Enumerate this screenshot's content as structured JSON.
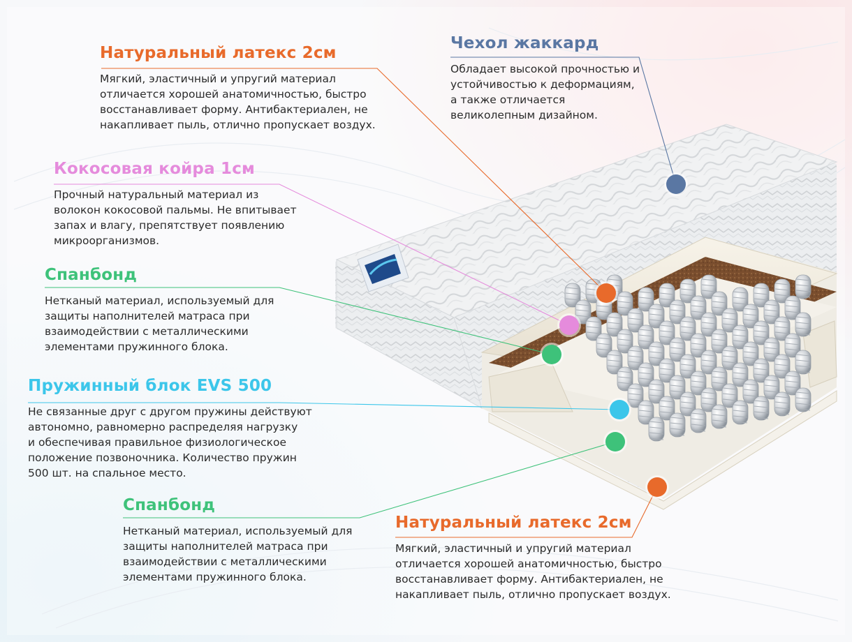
{
  "colors": {
    "orange": "#e86a2b",
    "pink": "#e58bdc",
    "green": "#3ec27a",
    "cyan": "#3cc6ea",
    "blue": "#5a77a3",
    "coir": "#7a4e2e"
  },
  "layers": [
    {
      "id": "latex-top",
      "title": "Натуральный латекс 2см",
      "text": "Мягкий, эластичный и упругий материал\nотличается хорошей анатомичностью, быстро\nвосстанавливает форму. Антибактериален, не\nнакапливает пыль, отлично пропускает воздух.",
      "color_key": "orange"
    },
    {
      "id": "cover",
      "title": "Чехол жаккард",
      "text": "Обладает высокой прочностью и\nустойчивостью к деформациям,\nа также отличается\nвеликолепным дизайном.",
      "color_key": "blue"
    },
    {
      "id": "coir",
      "title": "Кокосовая койра 1см",
      "text": "Прочный натуральный материал из\nволокон кокосовой пальмы. Не впитывает\nзапах и влагу, препятствует появлению\nмикроорганизмов.",
      "color_key": "pink"
    },
    {
      "id": "spunbond-top",
      "title": "Спанбонд",
      "text": "Нетканый материал, используемый для\nзащиты наполнителей матраса при\nвзаимодействии с металлическими\nэлементами пружинного блока.",
      "color_key": "green"
    },
    {
      "id": "spring-block",
      "title": "Пружинный блок EVS 500",
      "text": "Не связанные друг с другом пружины действуют\nавтономно, равномерно распределяя нагрузку\nи обеспечивая правильное физиологическое\nположение позвоночника. Количество пружин\n500 шт. на спальное место.",
      "color_key": "cyan"
    },
    {
      "id": "spunbond-bottom",
      "title": "Спанбонд",
      "text": "Нетканый материал, используемый для\nзащиты наполнителей матраса при\nвзаимодействии с металлическими\nэлементами пружинного блока.",
      "color_key": "green"
    },
    {
      "id": "latex-bottom",
      "title": "Натуральный латекс 2см",
      "text": "Мягкий, эластичный и упругий материал\nотличается хорошей анатомичностью, быстро\nвосстанавливает форму. Антибактериален, не\nнакапливает пыль, отлично пропускает воздух.",
      "color_key": "orange"
    }
  ]
}
